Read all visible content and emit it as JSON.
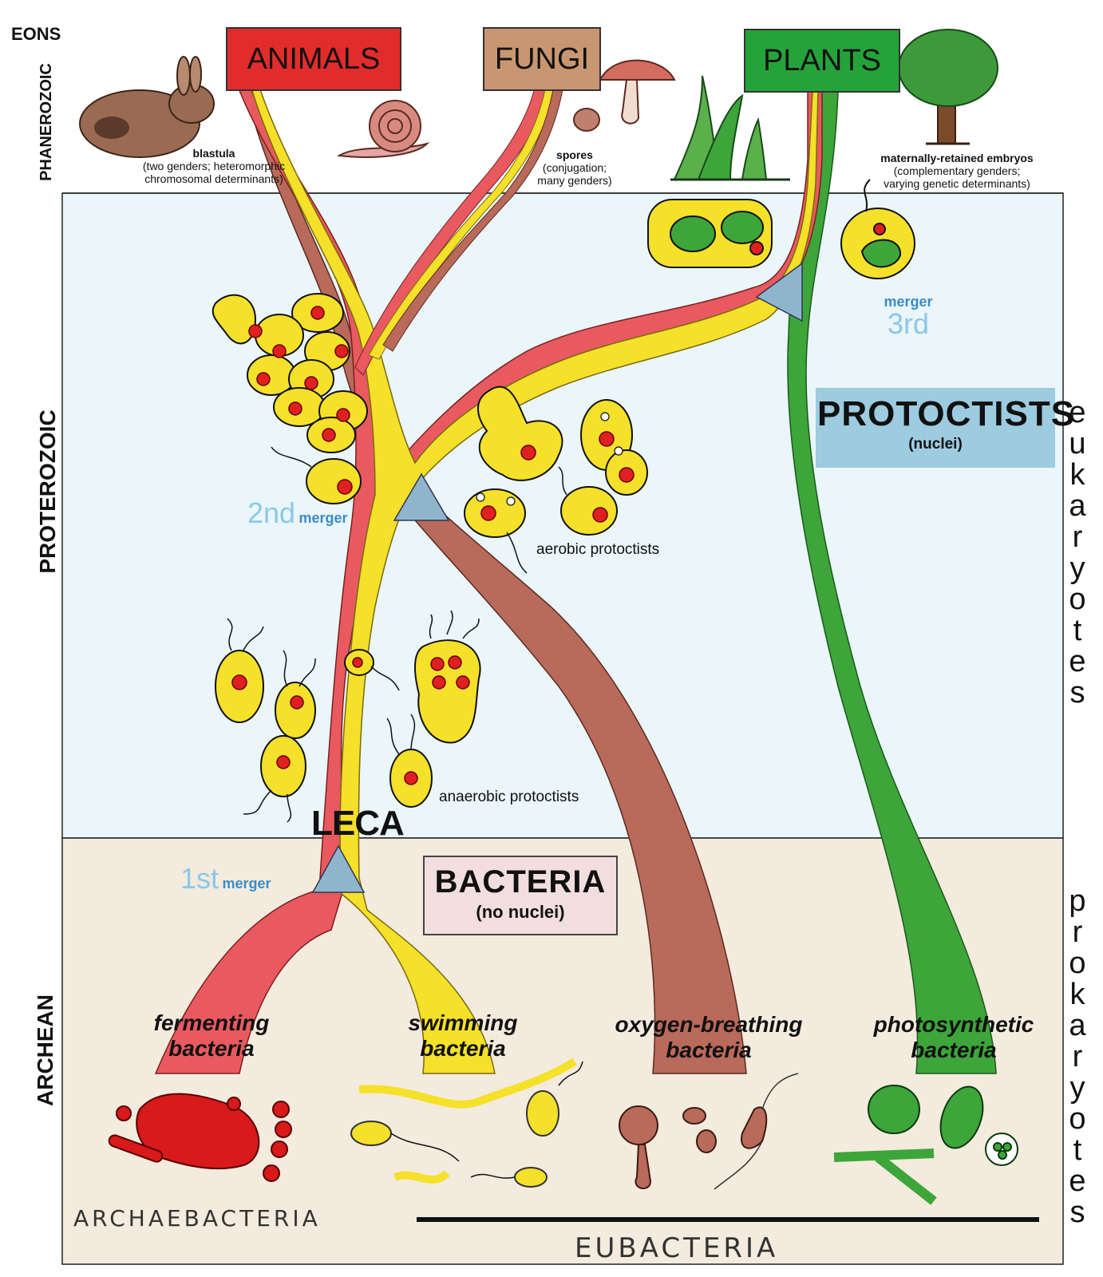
{
  "eons": {
    "heading": "EONS",
    "phanerozoic": "PHANEROZOIC",
    "proterozoic": "PROTEROZOIC",
    "archean": "ARCHEAN"
  },
  "groups": {
    "animals": "ANIMALS",
    "fungi": "FUNGI",
    "plants": "PLANTS",
    "protoctists_title": "PROTOCTISTS",
    "protoctists_sub": "(nuclei)",
    "bacteria_title": "BACTERIA",
    "bacteria_sub": "(no nuclei)"
  },
  "annotations": {
    "blastula_title": "blastula",
    "blastula_desc1": "(two genders; heteromorphic",
    "blastula_desc2": "chromosomal determinants)",
    "spores_title": "spores",
    "spores_desc1": "(conjugation;",
    "spores_desc2": "many genders)",
    "embryos_title": "maternally-retained embryos",
    "embryos_desc1": "(complementary genders;",
    "embryos_desc2": "varying genetic determinants)",
    "aerobic": "aerobic protoctists",
    "anaerobic": "anaerobic protoctists",
    "leca": "LECA"
  },
  "mergers": {
    "first_num": "1st",
    "second_num": "2nd",
    "third_num": "3rd",
    "word": "merger"
  },
  "bacteria_types": {
    "fermenting_1": "fermenting",
    "fermenting_2": "bacteria",
    "swimming_1": "swimming",
    "swimming_2": "bacteria",
    "oxygen_1": "oxygen-breathing",
    "oxygen_2": "bacteria",
    "photo_1": "photosynthetic",
    "photo_2": "bacteria"
  },
  "bottom": {
    "archaebacteria": "ARCHAEBACTERIA",
    "eubacteria": "EUBACTERIA"
  },
  "side_labels": {
    "eukaryotes": "e\nu\nk\na\nr\ny\no\nt\ne\ns",
    "prokaryotes": "p\nr\no\nk\na\nr\ny\no\nt\ne\ns"
  },
  "colors": {
    "red": "#e85a5f",
    "yellow": "#f5e02a",
    "brown": "#b96a5a",
    "green": "#3da53a",
    "proterozoic_bg": "#eaf6f9",
    "archean_bg": "#f3ebde",
    "merger_triangle": "#8fb5cc"
  }
}
